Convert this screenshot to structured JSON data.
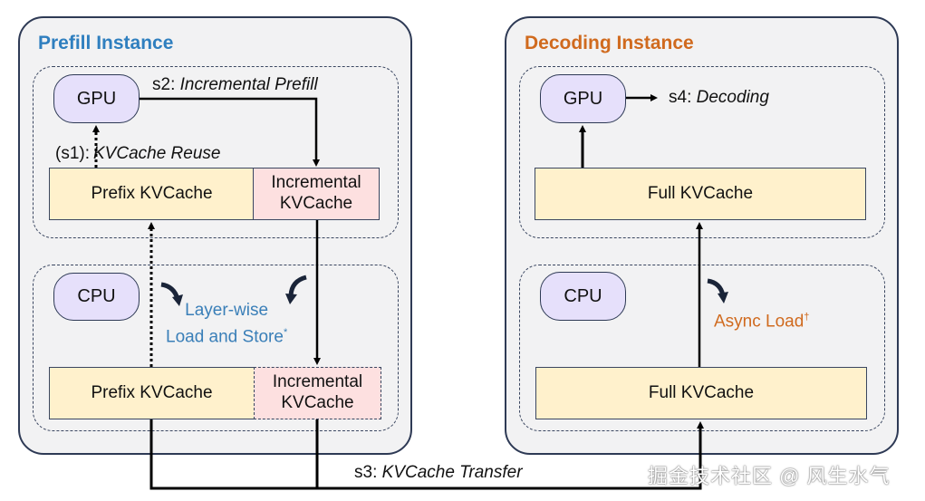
{
  "prefill": {
    "title": "Prefill Instance",
    "gpu_label": "GPU",
    "cpu_label": "CPU",
    "gpu_prefix_cache": "Prefix KVCache",
    "gpu_incremental_cache_line1": "Incremental",
    "gpu_incremental_cache_line2": "KVCache",
    "cpu_prefix_cache": "Prefix KVCache",
    "cpu_incremental_cache_line1": "Incremental",
    "cpu_incremental_cache_line2": "KVCache",
    "s1_prefix": "(s1):",
    "s1_text": "KVCache Reuse",
    "s2_prefix": "s2:",
    "s2_text": "Incremental Prefill",
    "layerwise_line1": "Layer-wise",
    "layerwise_line2": "Load and Store",
    "layerwise_mark": "*"
  },
  "decoding": {
    "title": "Decoding Instance",
    "gpu_label": "GPU",
    "cpu_label": "CPU",
    "gpu_full_cache": "Full KVCache",
    "cpu_full_cache": "Full KVCache",
    "s4_prefix": "s4:",
    "s4_text": "Decoding",
    "async_text": "Async Load",
    "async_mark": "†"
  },
  "transfer": {
    "s3_prefix": "s3:",
    "s3_text": "KVCache Transfer"
  },
  "colors": {
    "prefill_title": "#2f7fbf",
    "decoding_title": "#d06a1e",
    "chip_fill": "#e6e0fb",
    "prefix_cache_fill": "#fff1cc",
    "incremental_cache_fill": "#fde0e0",
    "instance_fill": "#f2f2f3"
  },
  "watermark": "掘金技术社区 @ 风生水气"
}
